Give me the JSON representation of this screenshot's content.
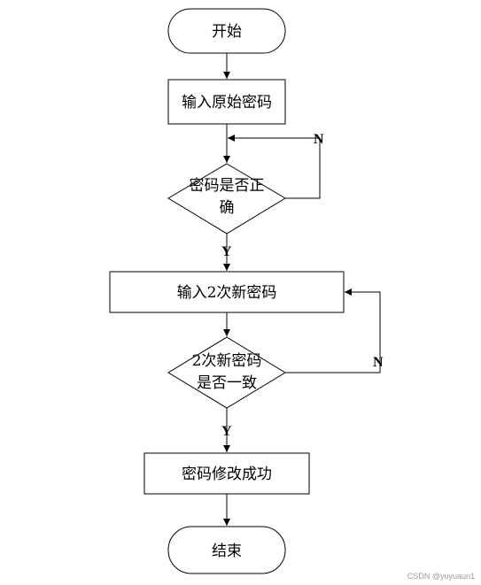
{
  "nodes": {
    "start": "开始",
    "input_original": "输入原始密码",
    "check_correct_line1": "密码是否正",
    "check_correct_line2": "确",
    "input_new_twice": "输入2次新密码",
    "check_match_line1": "2次新密码",
    "check_match_line2": "是否一致",
    "success": "密码修改成功",
    "end": "结束"
  },
  "edge_labels": {
    "loop_back_1": "N",
    "pass_1": "Y",
    "loop_back_2": "N",
    "pass_2": "Y"
  },
  "watermark": "CSDN @yuyuaun1"
}
